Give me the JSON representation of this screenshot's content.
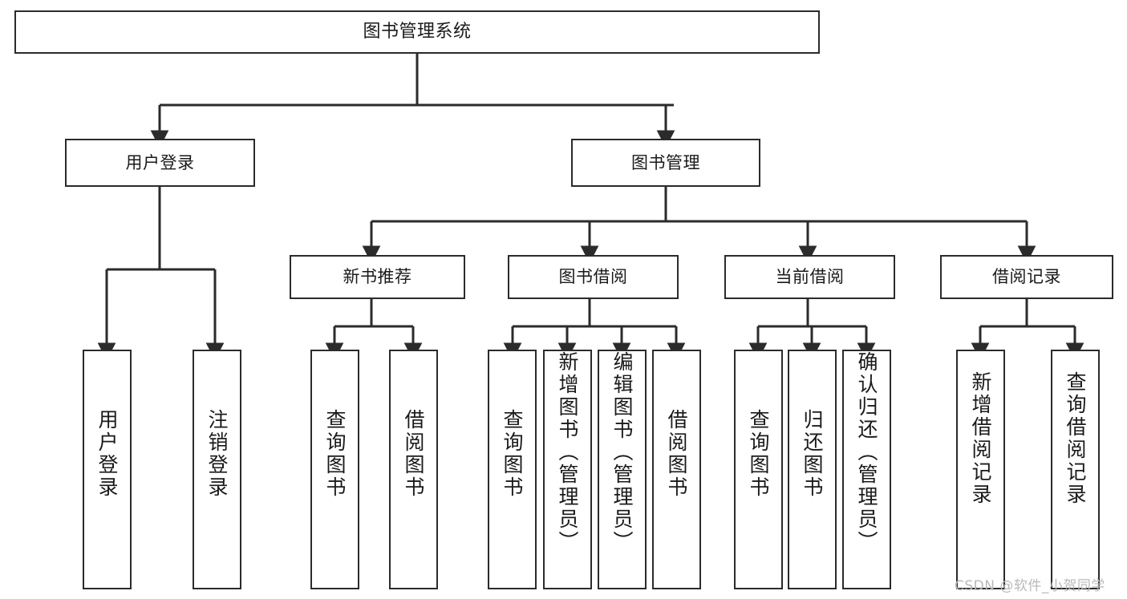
{
  "diagram": {
    "title": "图书管理系统",
    "watermark": "CSDN @软件_小贺同学",
    "colors": {
      "stroke": "#2b2b2b",
      "fill": "#ffffff",
      "text": "#1a1a1a",
      "watermark": "#b9b9b9"
    }
  },
  "nodes": {
    "root": {
      "label": "图书管理系统"
    },
    "level1": [
      {
        "label": "用户登录"
      },
      {
        "label": "图书管理"
      }
    ],
    "level2": [
      {
        "label": "新书推荐"
      },
      {
        "label": "图书借阅"
      },
      {
        "label": "当前借阅"
      },
      {
        "label": "借阅记录"
      }
    ],
    "leaves": {
      "user_login": [
        {
          "label": "用户登录"
        },
        {
          "label": "注销登录"
        }
      ],
      "new_book": [
        {
          "label": "查询图书"
        },
        {
          "label": "借阅图书"
        }
      ],
      "book_borrow": [
        {
          "label": "查询图书"
        },
        {
          "label": "新增图书（管理员）"
        },
        {
          "label": "编辑图书（管理员）"
        },
        {
          "label": "借阅图书"
        }
      ],
      "current_borrow": [
        {
          "label": "查询图书"
        },
        {
          "label": "归还图书"
        },
        {
          "label": "确认归还（管理员）"
        }
      ],
      "borrow_record": [
        {
          "label": "新增借阅记录"
        },
        {
          "label": "查询借阅记录"
        }
      ]
    }
  }
}
